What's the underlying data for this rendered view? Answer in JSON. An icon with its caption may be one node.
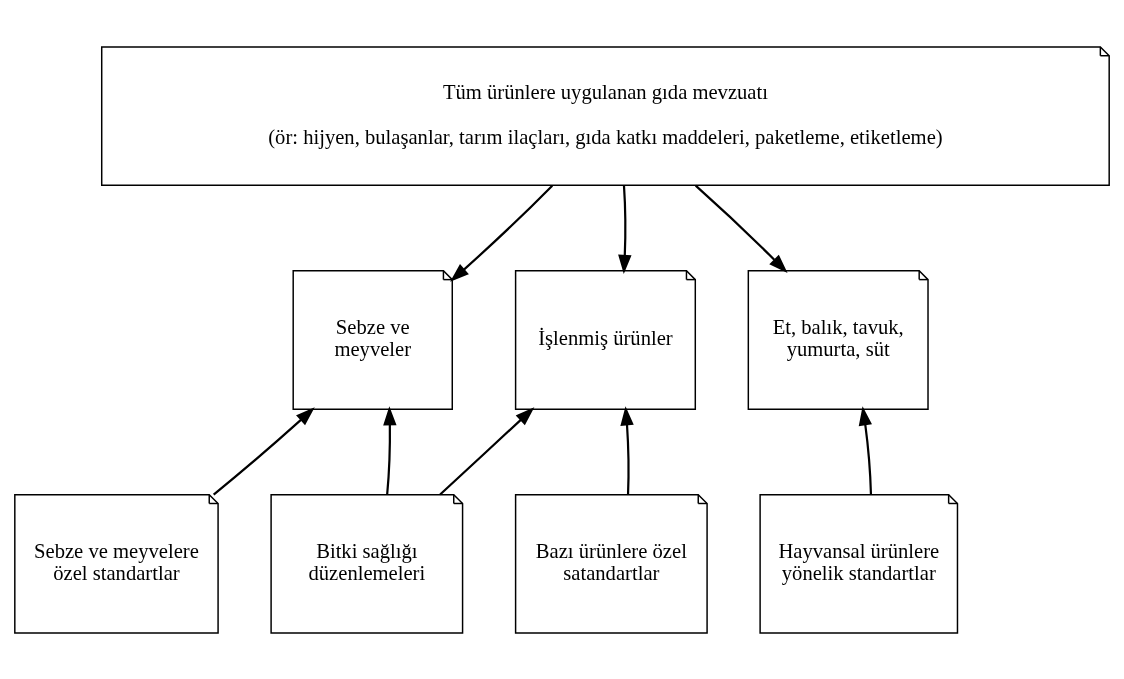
{
  "diagram": {
    "nodes": [
      {
        "text": [
          "Tüm ürünlere uygulanan gıda mevzuatı",
          "(ör: hijyen, bulaşanlar, tarım ilaçları, gıda katkı maddeleri, paketleme, etiketleme)"
        ]
      },
      {
        "text": [
          "Sebze ve meyveler"
        ]
      },
      {
        "text": [
          "İşlenmiş ürünler"
        ]
      },
      {
        "text": [
          "Et, balık, tavuk, yumurta, süt"
        ]
      },
      {
        "text": [
          "Sebze ve meyvelere özel standartlar"
        ]
      },
      {
        "text": [
          "Bitki sağlığı düzenlemeleri"
        ]
      },
      {
        "text": [
          "Bazı ürünlere özel satandartlar"
        ]
      },
      {
        "text": [
          "Hayvansal ürünlere yönelik standartlar"
        ]
      }
    ],
    "edges": [
      {
        "from": 0,
        "to": 1,
        "arrow": "to"
      },
      {
        "from": 0,
        "to": 2,
        "arrow": "to"
      },
      {
        "from": 0,
        "to": 3,
        "arrow": "to"
      },
      {
        "from": 4,
        "to": 1,
        "arrow": "to"
      },
      {
        "from": 5,
        "to": 1,
        "arrow": "to"
      },
      {
        "from": 5,
        "to": 2,
        "arrow": "to"
      },
      {
        "from": 6,
        "to": 2,
        "arrow": "to"
      },
      {
        "from": 7,
        "to": 3,
        "arrow": "to"
      }
    ]
  }
}
